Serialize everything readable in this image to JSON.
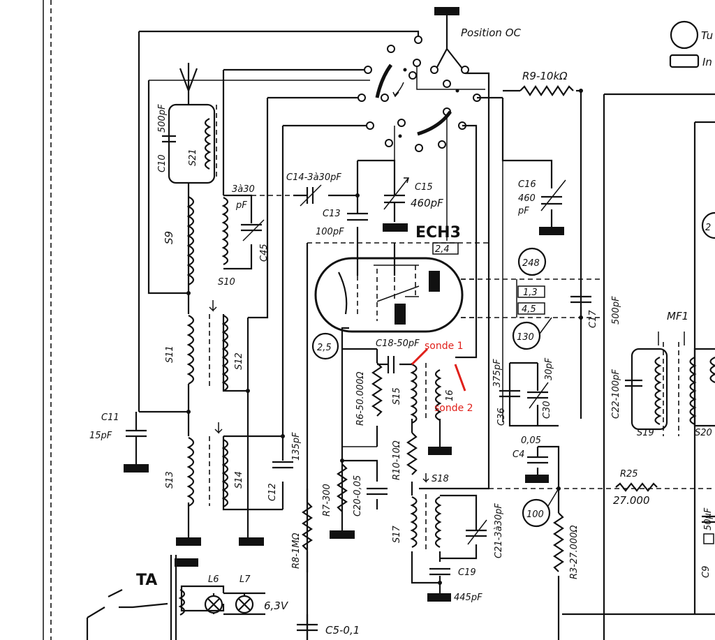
{
  "position_label": "Position OC",
  "tube_label": "ECH3",
  "corner_text": {
    "t1": "Tu",
    "t2": "In"
  },
  "probe_labels": {
    "p1": "sonde 1",
    "p2": "sonde 2"
  },
  "lamp_voltage": "6,3V",
  "pin_boxes": {
    "b1": "2,4",
    "b2": "1,3",
    "b3": "4,5"
  },
  "circle_values": {
    "c1": "248",
    "c2": "130",
    "c3": "2,5",
    "c4": "100",
    "c5": "2"
  },
  "components": {
    "C10": "C10",
    "C10v": "500pF",
    "S21": "S21",
    "S9": "S9",
    "S10": "S10",
    "C45": "C45",
    "C45v1": "3à30",
    "C45v2": "pF",
    "C14": "C14-3à30pF",
    "C13": "C13",
    "C13v": "100pF",
    "C15": "C15",
    "C15v": "460pF",
    "C16": "C16",
    "C16v1": "460",
    "C16v2": "pF",
    "R9": "R9-10kΩ",
    "S11": "S11",
    "S12": "S12",
    "C11": "C11",
    "C11v": "15pF",
    "S13": "S13",
    "S14": "S14",
    "C12": "C12",
    "C12v": "135pF",
    "C18": "C18-50pF",
    "R6": "R6-50.000Ω",
    "S15": "S15",
    "S16": "16",
    "C36": "C36",
    "C36v": "375pF",
    "C30": "C30",
    "C30v": "30pF",
    "C17": "C17",
    "C17v": "500pF",
    "MF1": "MF1",
    "C22": "C22-100pF",
    "S19": "S19",
    "S20": "S20",
    "C4": "C4",
    "C4v": "0,05",
    "R7": "R7-300",
    "C20": "C20-0,05",
    "R10": "R10-10Ω",
    "S18": "S18",
    "S17": "S17",
    "C21": "C21-3à30pF",
    "C19": "C19",
    "C19v": "445pF",
    "R8": "R8-1MΩ",
    "R3": "R3-27.000Ω",
    "R25": "R25",
    "R25v": "27.000",
    "C9": "C9",
    "C9v": "50μF",
    "C5": "C5-0,1",
    "TA": "TA",
    "L6": "L6",
    "L7": "L7"
  }
}
